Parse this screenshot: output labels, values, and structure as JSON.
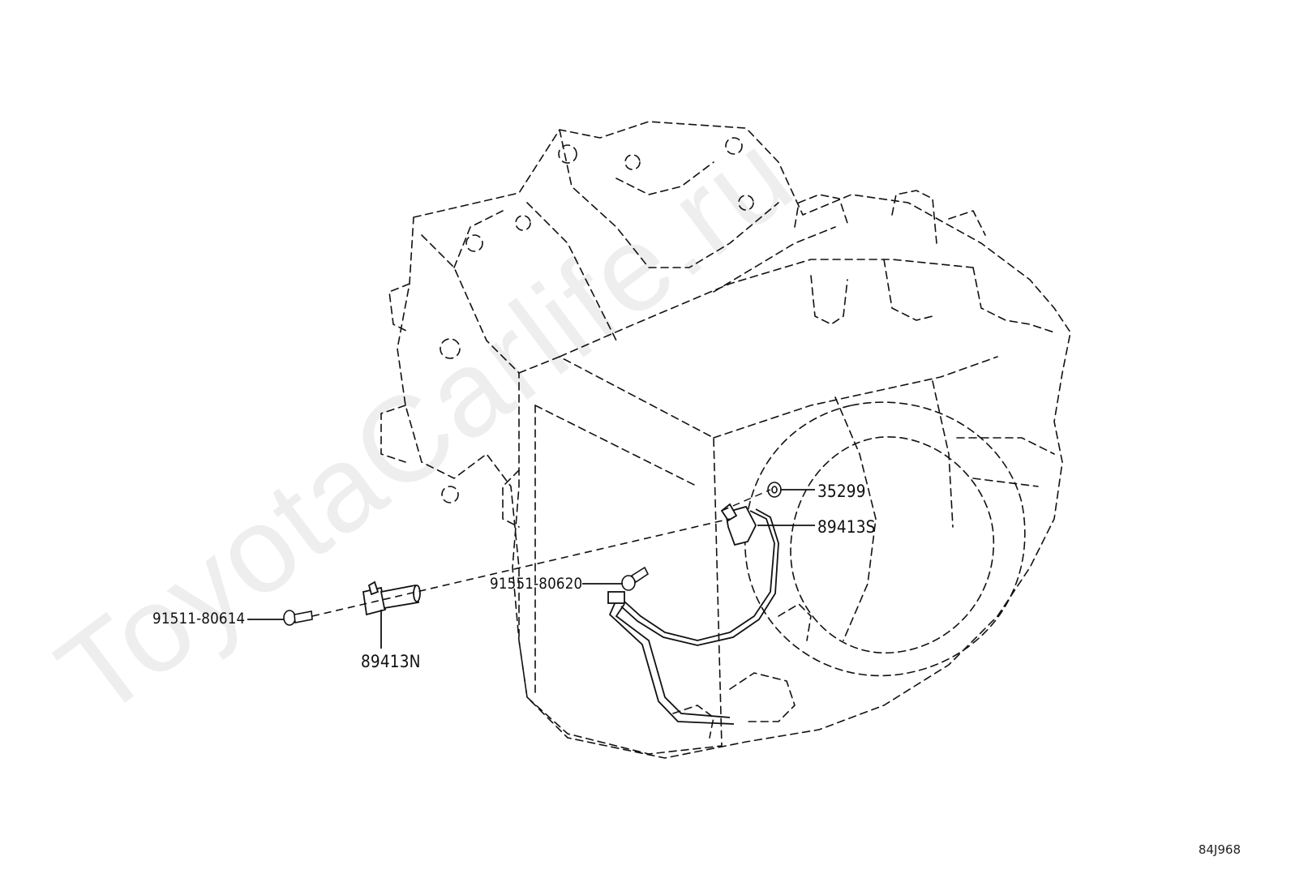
{
  "watermark": "ToyotaCarlife.ru",
  "diagram_code": "84J968",
  "parts": {
    "bolt_left": "91511-80614",
    "speed_sensor_n": "89413N",
    "bolt_mid": "91551-80620",
    "oring": "35299",
    "speed_sensor_s": "89413S"
  }
}
